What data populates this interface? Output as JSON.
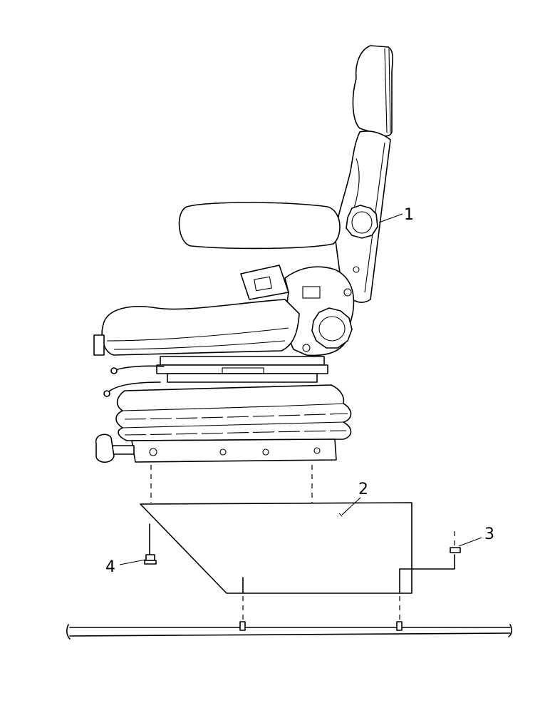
{
  "callouts": [
    {
      "id": "1",
      "part": "seat-assembly"
    },
    {
      "id": "2",
      "part": "seat-support-bracket"
    },
    {
      "id": "3",
      "part": "nut"
    },
    {
      "id": "4",
      "part": "bolt"
    }
  ]
}
